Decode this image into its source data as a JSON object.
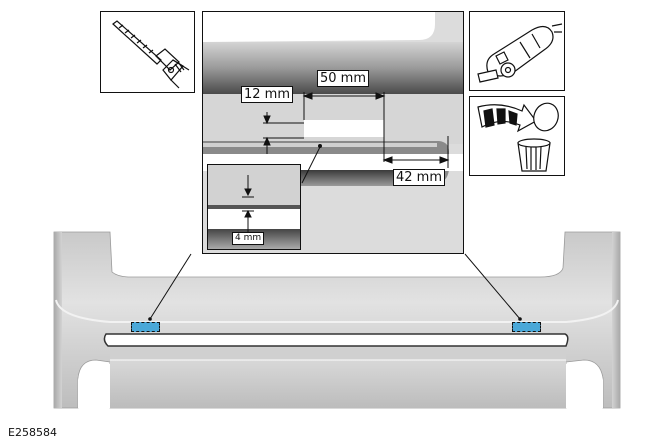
{
  "figure": {
    "id_label": "E258584",
    "type": "service-procedure-illustration",
    "subject": "rear bumper cover cut-out locations"
  },
  "tool_icons": [
    {
      "name": "drill-bit-hole-saw",
      "position": "top-left"
    },
    {
      "name": "power-cutting-tool",
      "position": "top-right"
    },
    {
      "name": "dispose-to-bin",
      "position": "right-middle"
    }
  ],
  "detail_view": {
    "dimensions": {
      "width": "50 mm",
      "height_offset": "12 mm",
      "edge_offset": "42 mm"
    },
    "inset": {
      "dimension": "4 mm"
    }
  },
  "markers": {
    "cut_area_color": "#4aa8d8",
    "count": 2
  }
}
